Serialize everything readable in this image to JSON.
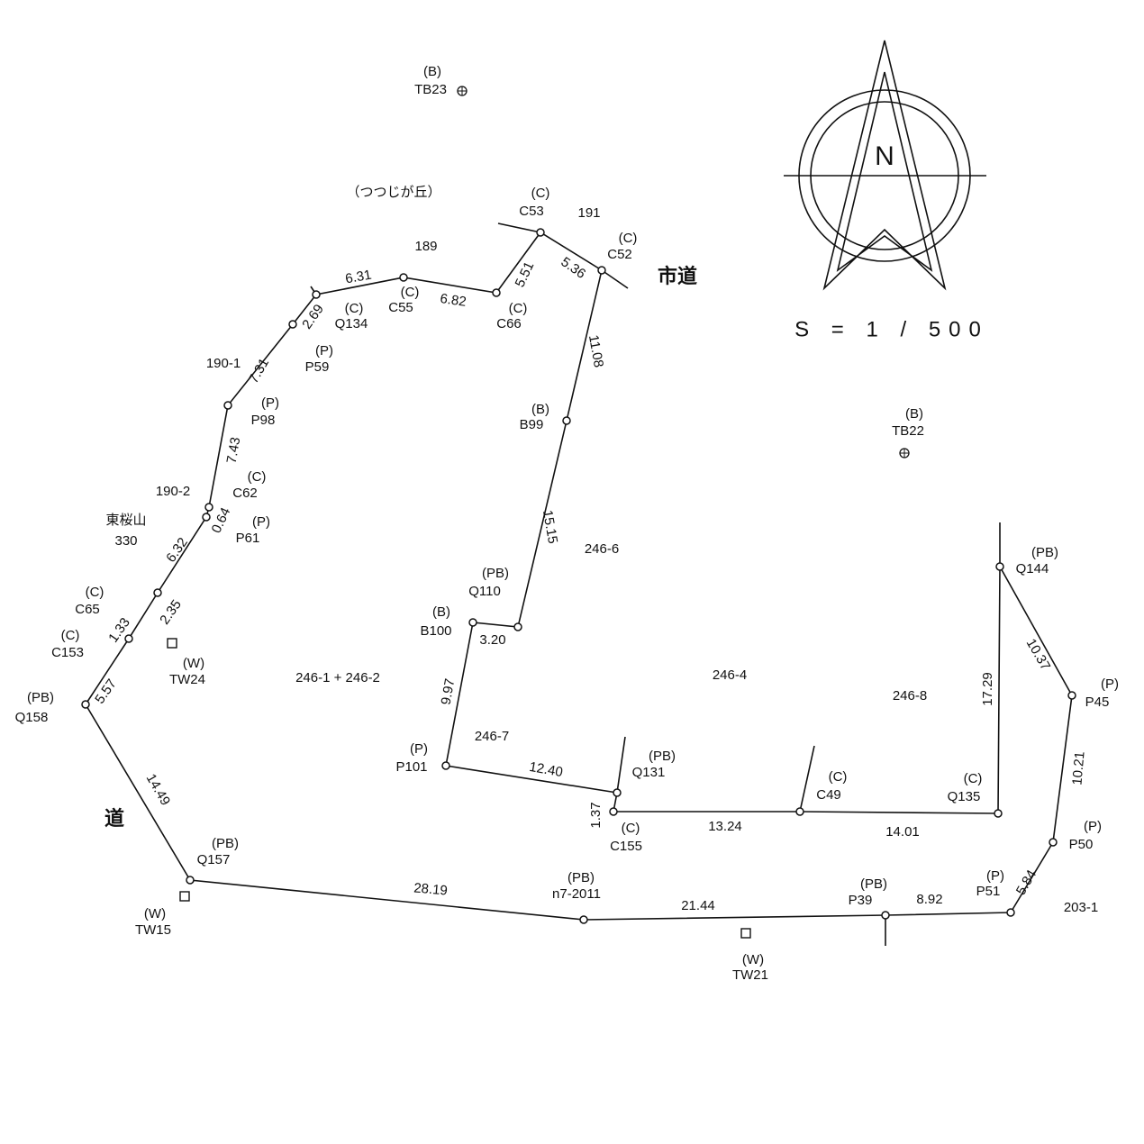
{
  "scale_label": "S = 1 / 500",
  "north_label": "N",
  "road_labels": [
    "市道",
    "道"
  ],
  "area_name": "（つつじが丘）",
  "points": [
    {
      "type": "(B)",
      "name": "TB23"
    },
    {
      "type": "(C)",
      "name": "C53"
    },
    {
      "type": "(C)",
      "name": "C52"
    },
    {
      "type": "(C)",
      "name": "C66"
    },
    {
      "type": "(C)",
      "name": "C55"
    },
    {
      "type": "(C)",
      "name": "Q134"
    },
    {
      "type": "(P)",
      "name": "P59"
    },
    {
      "type": "(P)",
      "name": "P98"
    },
    {
      "type": "(C)",
      "name": "C62"
    },
    {
      "type": "(P)",
      "name": "P61"
    },
    {
      "type": "(C)",
      "name": "C65"
    },
    {
      "type": "(C)",
      "name": "C153"
    },
    {
      "type": "(PB)",
      "name": "Q158"
    },
    {
      "type": "(PB)",
      "name": "Q157"
    },
    {
      "type": "(PB)",
      "name": "n7-2011"
    },
    {
      "type": "(PB)",
      "name": "P39"
    },
    {
      "type": "(P)",
      "name": "P51"
    },
    {
      "type": "(P)",
      "name": "P50"
    },
    {
      "type": "(P)",
      "name": "P45"
    },
    {
      "type": "(PB)",
      "name": "Q144"
    },
    {
      "type": "(C)",
      "name": "Q135"
    },
    {
      "type": "(C)",
      "name": "C49"
    },
    {
      "type": "(C)",
      "name": "C155"
    },
    {
      "type": "(PB)",
      "name": "Q131"
    },
    {
      "type": "(P)",
      "name": "P101"
    },
    {
      "type": "(B)",
      "name": "B100"
    },
    {
      "type": "(PB)",
      "name": "Q110"
    },
    {
      "type": "(B)",
      "name": "B99"
    },
    {
      "type": "(B)",
      "name": "TB22"
    },
    {
      "type": "(W)",
      "name": "TW24"
    },
    {
      "type": "(W)",
      "name": "TW15"
    },
    {
      "type": "(W)",
      "name": "TW21"
    }
  ],
  "distances": [
    "6.31",
    "6.82",
    "5.51",
    "5.36",
    "11.08",
    "2.69",
    "7.31",
    "7.43",
    "0.64",
    "6.32",
    "2.35",
    "1.33",
    "5.57",
    "14.49",
    "28.19",
    "21.44",
    "8.92",
    "5.84",
    "10.21",
    "10.37",
    "17.29",
    "14.01",
    "13.24",
    "1.37",
    "12.40",
    "9.97",
    "3.20",
    "15.15"
  ],
  "parcels": [
    "189",
    "191",
    "190-1",
    "190-2",
    "東桜山",
    "330",
    "246-6",
    "246-1 + 246-2",
    "246-4",
    "246-8",
    "246-7",
    "203-1"
  ]
}
